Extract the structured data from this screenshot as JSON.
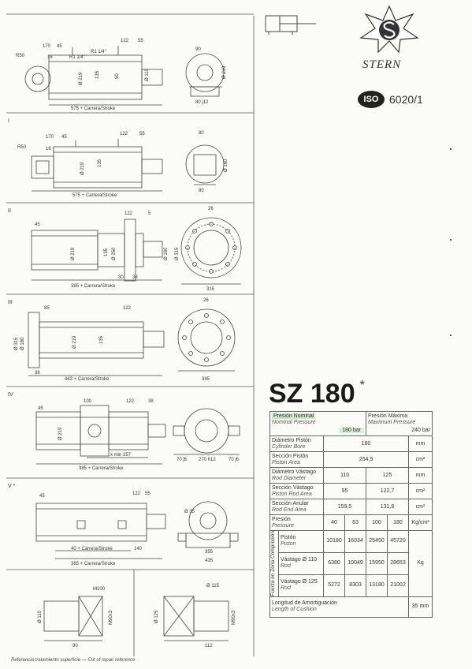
{
  "brand": {
    "name": "STERN",
    "iso_mark": "ISO",
    "iso_number": "6020/1"
  },
  "model": {
    "title": "SZ 180",
    "star": "*"
  },
  "drawings": {
    "d1": {
      "dims": [
        "170",
        "45",
        "122",
        "55",
        "R1 1/4\"",
        "R1 1/4\"",
        "16",
        "R50",
        "Ø 219",
        "135",
        "90",
        "Ø 110",
        "575 + Carrera/Stroke",
        "Ø 219",
        "90",
        "80 j12"
      ]
    },
    "d2": {
      "dims": [
        "170",
        "45",
        "122",
        "55",
        "R50",
        "16",
        "Ø 219",
        "135",
        "575 + Carrera/Stroke",
        "80",
        "Ø 160",
        "80"
      ],
      "label": "I"
    },
    "d3": {
      "dims": [
        "45",
        "122",
        "5",
        "26",
        "Ø 219",
        "135",
        "Ø 250",
        "Ø 180",
        "Ø 315",
        "30",
        "38",
        "385 + Carrera/Stroke",
        "315"
      ],
      "label": "II"
    },
    "d4": {
      "dims": [
        "85",
        "122",
        "26",
        "Ø 315",
        "Ø 180",
        "Ø 219",
        "135",
        "38",
        "443 + Carrera/Stroke",
        "385"
      ],
      "label": "III"
    },
    "d5": {
      "dims": [
        "45",
        "100",
        "122",
        "38",
        "Ø 219",
        "x min 257",
        "385 + Carrera/Stroke",
        "70 j6",
        "270 h12",
        "70 j6"
      ],
      "label": "IV"
    },
    "d6": {
      "dims": [
        "45",
        "122",
        "55",
        "Ø 35",
        "40 + Carrera/Stroke",
        "140",
        "355",
        "435",
        "385 + Carrera/Stroke"
      ],
      "label": "V *"
    },
    "d7": {
      "dims": [
        "M100",
        "Ø 110",
        "M90x3",
        "90"
      ]
    },
    "d8": {
      "dims": [
        "Ø 115",
        "Ø 125",
        "M90x3",
        "112"
      ]
    }
  },
  "spec": {
    "nominal_es": "Presión Nominal",
    "nominal_en": "Nominal Pressure",
    "nominal_value": "180",
    "nominal_unit": "bar",
    "max_es": "Presión Máxima",
    "max_en": "Maximum Pressure",
    "max_value": "240",
    "max_unit": "bar",
    "rows": [
      {
        "es": "Diámetro Pistón",
        "en": "Cylinder Bore",
        "v1": "180",
        "v2": "",
        "unit": "mm"
      },
      {
        "es": "Sección Pistón",
        "en": "Piston Area",
        "v1": "254,5",
        "v2": "",
        "unit": "cm²"
      },
      {
        "es": "Diámetro Vástago",
        "en": "Rod Diameter",
        "v1": "110",
        "v2": "125",
        "unit": "mm"
      },
      {
        "es": "Sección Vástago",
        "en": "Piston Rod Area",
        "v1": "95",
        "v2": "122,7",
        "unit": "cm²"
      },
      {
        "es": "Sección Anular",
        "en": "Rod End Area",
        "v1": "159,5",
        "v2": "131,8",
        "unit": "cm²"
      }
    ],
    "pressure_label_es": "Presión",
    "pressure_label_en": "Pressure",
    "pressures": [
      "40",
      "63",
      "100",
      "180"
    ],
    "pressure_unit": "Kg/cm²",
    "force_label_es": "Fuerza en Zona Compresión",
    "force_unit": "Kg",
    "piston_es": "Pistón",
    "piston_en": "Piston",
    "piston_forces": [
      "10180",
      "16034",
      "25450",
      "45720"
    ],
    "rod_es": "Vástago",
    "rod_en": "Rod",
    "rod_d1": "Ø 110",
    "rod_forces1": [
      "6380",
      "10049",
      "15950",
      "28653"
    ],
    "rod_d2": "Ø 125",
    "rod_forces2": [
      "5272",
      "8303",
      "13180",
      "21002"
    ],
    "cushion_es": "Longitud de Amortiguación",
    "cushion_en": "Length of Cushion",
    "cushion_value": "35",
    "cushion_unit": "mm"
  },
  "footnote": "Referencia tratamiento superficie — Cut of repair reference"
}
